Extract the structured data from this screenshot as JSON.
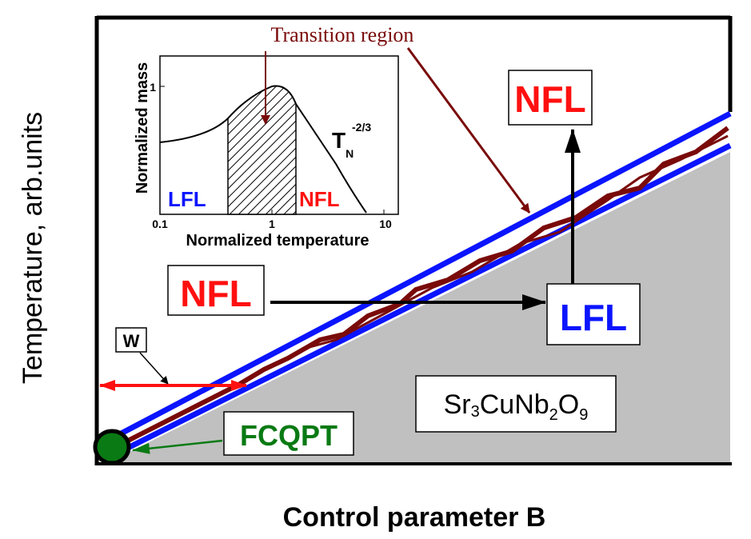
{
  "axes": {
    "ylabel": "Temperature, arb.units",
    "xlabel": "Control parameter B"
  },
  "labels": {
    "transition_region": "Transition region",
    "nfl_top": "NFL",
    "nfl_left": "NFL",
    "lfl_right": "LFL",
    "w": "W",
    "fcqpt": "FCQPT",
    "compound_base": "Sr",
    "compound_sub1": "3",
    "compound_mid": "CuNb",
    "compound_sub2": "2",
    "compound_o": "O",
    "compound_sub3": "9"
  },
  "inset": {
    "ylabel": "Normalized mass",
    "xlabel": "Normalized temperature",
    "ytick": "1",
    "xticks": [
      "0.1",
      "1",
      "10"
    ],
    "lfl": "LFL",
    "nfl": "NFL",
    "t": "T",
    "t_sub": "N",
    "t_sup": "-2/3"
  },
  "colors": {
    "blue": "#0a14ff",
    "red": "#ff1010",
    "brown": "#7a0a0a",
    "green": "#0a7a14",
    "gray": "#c0c0c0"
  }
}
